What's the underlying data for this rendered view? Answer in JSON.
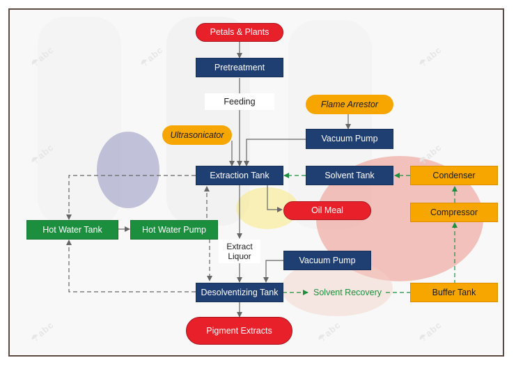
{
  "diagram": {
    "nodes": {
      "petals": "Petals & Plants",
      "pretreatment": "Pretreatment",
      "feeding": "Feeding",
      "flame_arrestor": "Flame Arrestor",
      "ultrasonicator": "Ultrasonicator",
      "vacuum_pump_top": "Vacuum Pump",
      "extraction_tank": "Extraction Tank",
      "solvent_tank": "Solvent Tank",
      "condenser": "Condenser",
      "oil_meal": "Oil Meal",
      "compressor": "Compressor",
      "hot_water_tank": "Hot Water Tank",
      "hot_water_pump": "Hot Water Pump",
      "extract_liquor": "Extract Liquor",
      "vacuum_pump_bottom": "Vacuum Pump",
      "desolventizing_tank": "Desolventizing Tank",
      "solvent_recovery": "Solvent Recovery",
      "buffer_tank": "Buffer Tank",
      "pigment_extracts": "Pigment Extracts"
    },
    "colors": {
      "process": "#1f3f73",
      "water": "#1c8f3e",
      "recovery": "#f7a600",
      "terminal": "#e8202a"
    }
  }
}
